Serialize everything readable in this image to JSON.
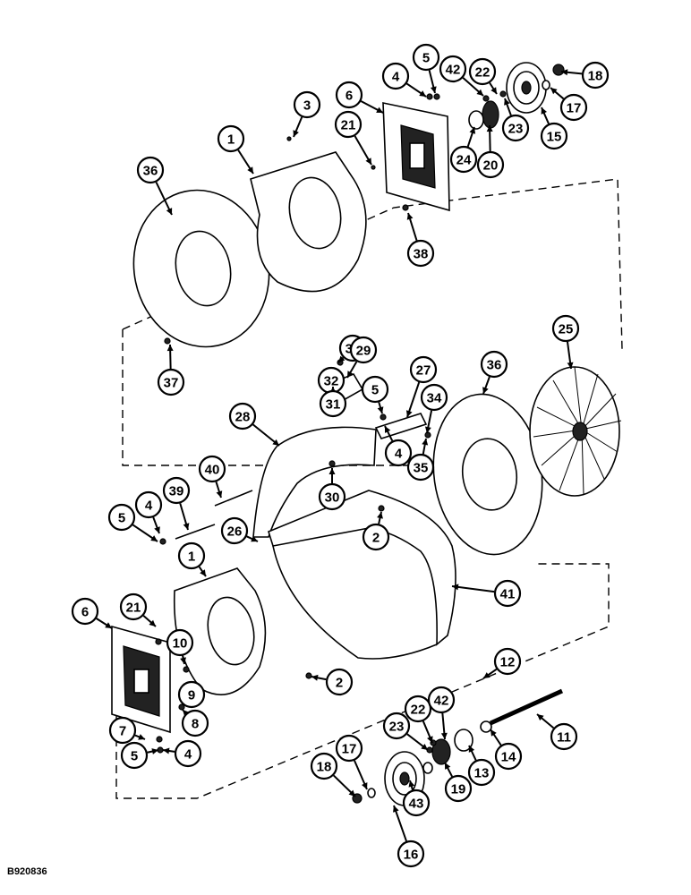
{
  "figure_code": "B920836",
  "callouts": [
    "1",
    "3",
    "4",
    "5",
    "6",
    "21",
    "42",
    "22",
    "18",
    "17",
    "15",
    "23",
    "20",
    "24",
    "38",
    "36",
    "37",
    "33",
    "32",
    "31",
    "29",
    "27",
    "5",
    "34",
    "35",
    "4",
    "25",
    "36",
    "28",
    "40",
    "39",
    "30",
    "2",
    "26",
    "5",
    "4",
    "1",
    "41",
    "6",
    "21",
    "10",
    "9",
    "8",
    "2",
    "12",
    "11",
    "7",
    "5",
    "4",
    "23",
    "22",
    "42",
    "14",
    "13",
    "18",
    "17",
    "43",
    "19",
    "16"
  ]
}
